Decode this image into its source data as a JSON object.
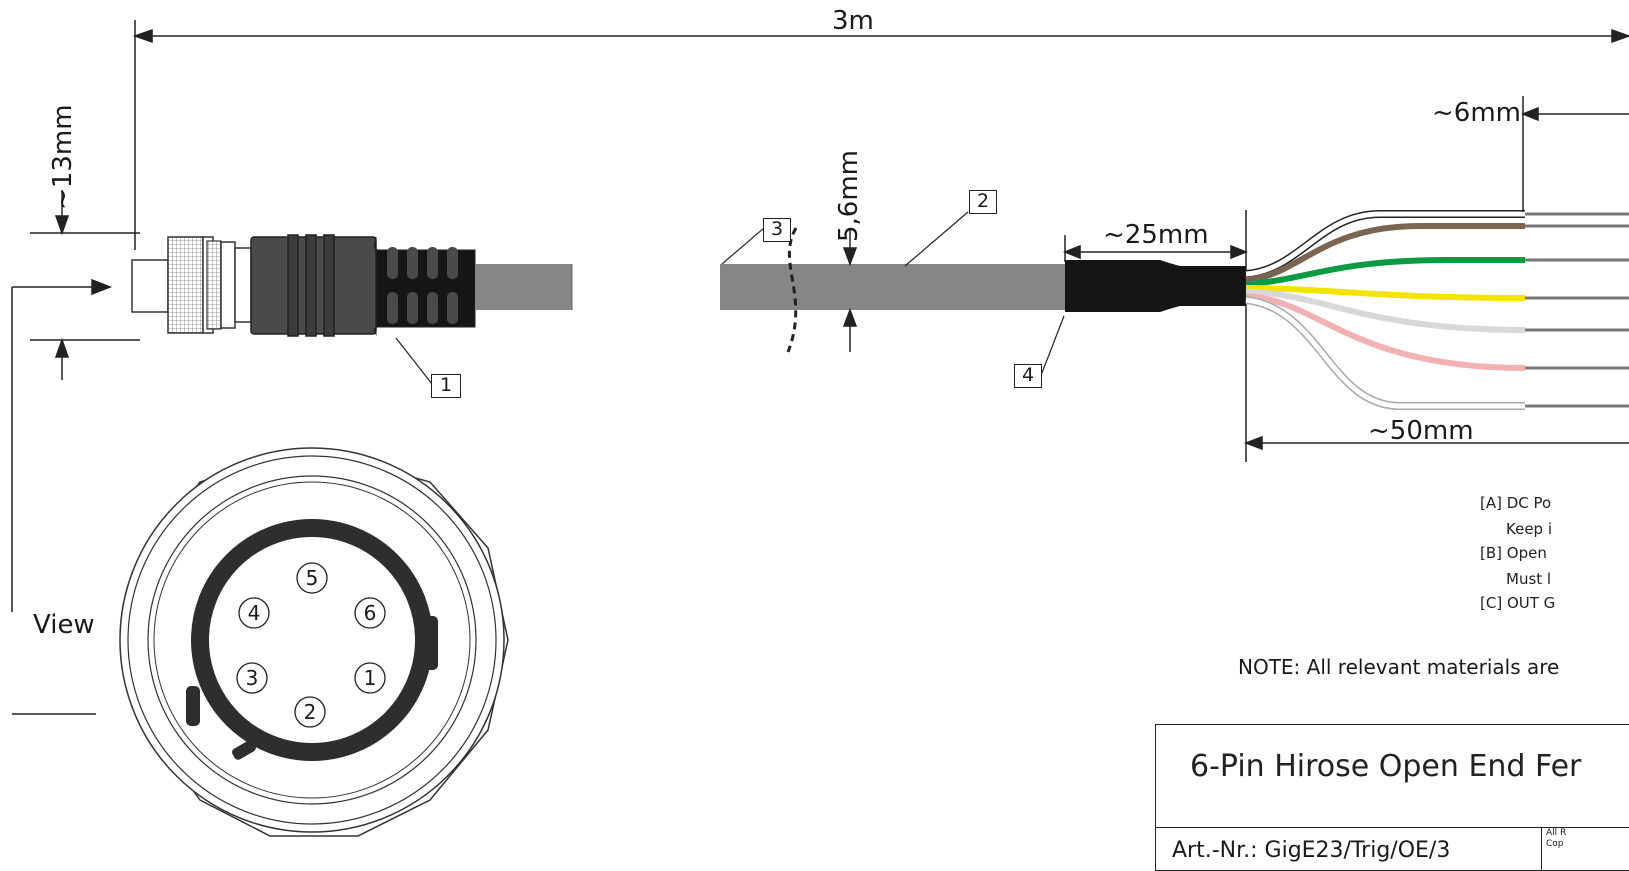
{
  "dimensions": {
    "total_length": "3m",
    "connector_diameter": "~13mm",
    "cable_diameter": "5,6mm",
    "shrink_length": "~25mm",
    "strip_length": "~6mm",
    "wire_length": "~50mm"
  },
  "callouts": [
    "1",
    "2",
    "3",
    "4"
  ],
  "view_label": "View",
  "pins": [
    "1",
    "2",
    "3",
    "4",
    "5",
    "6"
  ],
  "notes": {
    "a1": "[A]   DC Po",
    "a2": "Keep i",
    "b1": "[B]   Open",
    "b2": "Must l",
    "c1": "[C]   OUT G"
  },
  "note_line": "NOTE: All relevant materials are",
  "title_block": {
    "title": "6-Pin Hirose Open End Fer",
    "article": "Art.-Nr.: GigE23/Trig/OE/3",
    "rights_1": "All R",
    "rights_2": "Cop"
  },
  "colors": {
    "jacket": "#868686",
    "connector": "#4a4a4a",
    "shrink": "#151515",
    "wire_brown": "#7a6650",
    "wire_green": "#0a9a42",
    "wire_yellow": "#f2e400",
    "wire_grey": "#d8d8d8",
    "wire_pink": "#f2b2b4",
    "wire_white": "#ffffff"
  }
}
